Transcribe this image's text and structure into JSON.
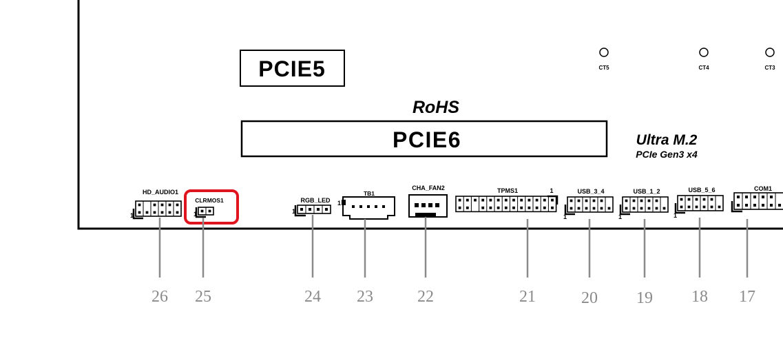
{
  "slots": {
    "pcie5": "PCIE5",
    "pcie6": "PCIE6",
    "rohs": "RoHS",
    "ultra_m2": "Ultra M.2",
    "ultra_m2_sub": "PCIe Gen3 x4"
  },
  "test_points": [
    "CT5",
    "CT4",
    "CT3"
  ],
  "headers": {
    "hd_audio": "HD_AUDIO1",
    "clrmos": "CLRMOS1",
    "rgb_led": "RGB_LED",
    "tb1": "TB1",
    "cha_fan": "CHA_FAN2",
    "tpms": "TPMS1",
    "usb34": "USB_3_4",
    "usb12": "USB_1_2",
    "usb56": "USB_5_6",
    "com1": "COM1"
  },
  "pin1_mark": "1",
  "callouts": [
    "26",
    "25",
    "24",
    "23",
    "22",
    "21",
    "20",
    "19",
    "18",
    "17"
  ],
  "highlight_color": "#e0141e",
  "callout_color": "#8a8a8a"
}
